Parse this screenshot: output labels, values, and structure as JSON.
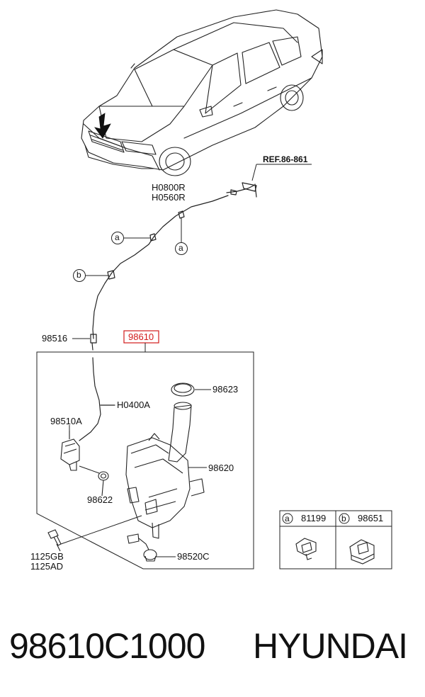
{
  "labels": {
    "ref": "REF.86-861",
    "h0800r": "H0800R",
    "h0560r": "H0560R",
    "p98516": "98516",
    "p98610": "98610",
    "p98623": "98623",
    "h0400a": "H0400A",
    "p98510a": "98510A",
    "p98620": "98620",
    "p98622": "98622",
    "p1125gb": "1125GB",
    "p1125ad": "1125AD",
    "p98520c": "98520C",
    "callout_a": "a",
    "callout_b": "b"
  },
  "legend": {
    "a_letter": "a",
    "a_part": "81199",
    "b_letter": "b",
    "b_part": "98651"
  },
  "footer": {
    "part_number": "98610C1000",
    "brand": "HYUNDAI"
  },
  "colors": {
    "line": "#222222",
    "highlight": "#d21b1b"
  }
}
